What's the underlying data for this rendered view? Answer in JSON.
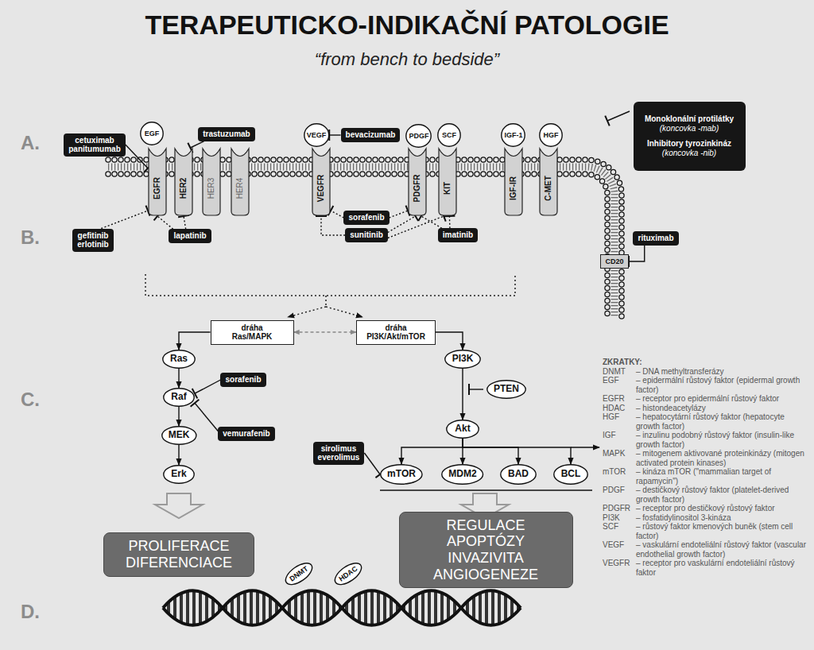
{
  "diagram": {
    "title": "TERAPEUTICKO-INDIKAČNÍ PATOLOGIE",
    "nodes": [
      {
        "text": [
          "cetuximab panitumumab"
        ]
      },
      {
        "text": [
          "EGF"
        ]
      },
      {
        "text": [
          "trastuzumab"
        ]
      },
      {
        "text": [
          "VEGF"
        ]
      },
      {
        "text": [
          "bevacizumab"
        ]
      },
      {
        "text": [
          "PDGF"
        ]
      },
      {
        "text": [
          "SCF"
        ]
      },
      {
        "text": [
          "IGF-1"
        ]
      },
      {
        "text": [
          "HGF"
        ]
      },
      {
        "text": [
          "Monoklonální protilátky",
          "(koncovka -mab)",
          "Inhibitory tyrozinkináz",
          "(koncovka -nib)"
        ]
      },
      {
        "text": [
          "EGFR"
        ]
      },
      {
        "text": [
          "HER2"
        ]
      },
      {
        "text": [
          "HER3"
        ]
      },
      {
        "text": [
          "HER4"
        ]
      },
      {
        "text": [
          "VEGFR"
        ]
      },
      {
        "text": [
          "PDGFR"
        ]
      },
      {
        "text": [
          "KIT"
        ]
      },
      {
        "text": [
          "IGF-IR"
        ]
      },
      {
        "text": [
          "C-MET"
        ]
      },
      {
        "text": [
          "gefitinib erlotinib"
        ]
      },
      {
        "text": [
          "lapatinib"
        ]
      },
      {
        "text": [
          "sorafenib"
        ]
      },
      {
        "text": [
          "sunitinib"
        ]
      },
      {
        "text": [
          "imatinib"
        ]
      },
      {
        "text": [
          "rituximab"
        ]
      },
      {
        "text": [
          "CD20"
        ]
      },
      {
        "text": [
          "dráha Ras/MAPK"
        ]
      },
      {
        "text": [
          "dráha PI3K/Akt/mTOR"
        ]
      },
      {
        "text": [
          "Ras"
        ]
      },
      {
        "text": [
          "PI3K"
        ]
      },
      {
        "text": [
          "sorafenib"
        ]
      },
      {
        "text": [
          "Raf"
        ]
      },
      {
        "text": [
          "PTEN"
        ]
      },
      {
        "text": [
          "vemurafenib"
        ]
      },
      {
        "text": [
          "MEK"
        ]
      },
      {
        "text": [
          "Akt"
        ]
      },
      {
        "text": [
          "sirolimus everolimus"
        ]
      },
      {
        "text": [
          "Erk"
        ]
      },
      {
        "text": [
          "mTOR"
        ]
      },
      {
        "text": [
          "MDM2"
        ]
      },
      {
        "text": [
          "BAD"
        ]
      },
      {
        "text": [
          "BCL"
        ]
      },
      {
        "text": [
          "PROLIFERACE DIFERENCIACE"
        ]
      },
      {
        "text": [
          "REGULACE APOPTÓZY INVAZIVITA ANGIOGENEZE"
        ]
      },
      {
        "text": [
          "DNMT"
        ]
      },
      {
        "text": [
          "HDAC"
        ]
      }
    ],
    "edges": [
      {
        "from": 0,
        "to": 10,
        "arrow": "to"
      },
      {
        "from": 2,
        "to": 11,
        "arrow": "to"
      },
      {
        "from": 4,
        "to": 3,
        "arrow": "to"
      },
      {
        "from": 19,
        "to": 10,
        "arrow": "to"
      },
      {
        "from": 20,
        "to": 10,
        "arrow": "to"
      },
      {
        "from": 20,
        "to": 11,
        "arrow": "to"
      },
      {
        "from": 21,
        "to": 14,
        "arrow": "to"
      },
      {
        "from": 21,
        "to": 15,
        "arrow": "to"
      },
      {
        "from": 22,
        "to": 14,
        "arrow": "to"
      },
      {
        "from": 22,
        "to": 15,
        "arrow": "to"
      },
      {
        "from": 22,
        "to": 16,
        "arrow": "to"
      },
      {
        "from": 23,
        "to": 15,
        "arrow": "to"
      },
      {
        "from": 23,
        "to": 16,
        "arrow": "to"
      },
      {
        "from": 24,
        "to": 25,
        "arrow": "to"
      },
      {
        "from": 26,
        "to": 27,
        "arrow": "both"
      },
      {
        "from": 26,
        "to": 28,
        "arrow": "to"
      },
      {
        "from": 27,
        "to": 29,
        "arrow": "to"
      },
      {
        "from": 28,
        "to": 31,
        "arrow": "to"
      },
      {
        "from": 31,
        "to": 34,
        "arrow": "to"
      },
      {
        "from": 34,
        "to": 37,
        "arrow": "to"
      },
      {
        "from": 30,
        "to": 31,
        "arrow": "to"
      },
      {
        "from": 33,
        "to": 31,
        "arrow": "to"
      },
      {
        "from": 29,
        "to": 35,
        "arrow": "to"
      },
      {
        "from": 35,
        "to": 38,
        "arrow": "to"
      },
      {
        "from": 35,
        "to": 39,
        "arrow": "to"
      },
      {
        "from": 35,
        "to": 40,
        "arrow": "to"
      },
      {
        "from": 35,
        "to": 41,
        "arrow": "to"
      },
      {
        "from": 36,
        "to": 38,
        "arrow": "to"
      }
    ],
    "labels": [
      "“from bench to bedside”",
      "A.",
      "B.",
      "C.",
      "D.",
      "ZKRATKY:",
      "DNMT",
      "– DNA methyltransferázy",
      "EGF",
      "– epidermální růstový faktor (epidermal growth factor)",
      "EGFR",
      "– receptor pro epidermální růstový faktor",
      "HDAC",
      "– histondeacetylázy",
      "HGF",
      "– hepatocytární růstový faktor (hepatocyte growth factor)",
      "IGF",
      "– inzulinu podobný růstový faktor (insulin-like growth factor)",
      "MAPK",
      "– mitogenem aktivované proteinkinázy (mitogen activated protein kinases)",
      "mTOR",
      "– kináza mTOR (\"mammalian target of rapamycin\")",
      "PDGF",
      "– destičkový růstový faktor (platelet-derived growth factor)",
      "PDGFR",
      "– receptor pro destičkový růstový faktor",
      "PI3K",
      "– fosfatidylinositol 3-kináza",
      "SCF",
      "– růstový faktor kmenových buněk (stem cell factor)",
      "VEGF",
      "– vaskulární endoteliální růstový faktor (vascular endothelial growth factor)",
      "VEGFR",
      "– receptor pro vaskulární endoteliální růstový faktor"
    ]
  }
}
